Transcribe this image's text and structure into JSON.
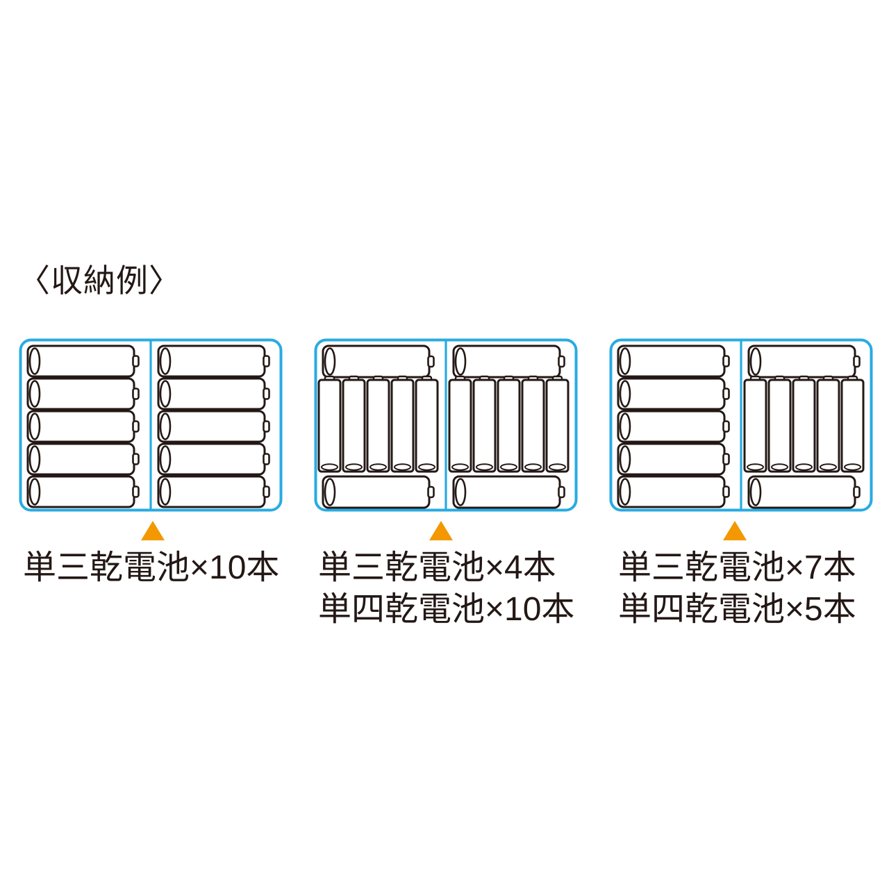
{
  "title": "〈収納例〉",
  "colors": {
    "case_blue": "#29ABE2",
    "pointer_orange": "#F39800",
    "ink": "#231815",
    "battery_fill": "#FFFFFF",
    "background": "#FFFFFF"
  },
  "panels": [
    {
      "id": "example-1",
      "halves": [
        "aa5",
        "aa5"
      ],
      "battery_counts": {
        "aa": 10,
        "aaa": 0
      },
      "label_lines": [
        "単三乾電池×10本"
      ]
    },
    {
      "id": "example-2",
      "halves": [
        "aa1-aaa5-aa1",
        "aa1-aaa5-aa1"
      ],
      "battery_counts": {
        "aa": 4,
        "aaa": 10
      },
      "label_lines": [
        "単三乾電池×4本",
        "単四乾電池×10本"
      ]
    },
    {
      "id": "example-3",
      "halves": [
        "aa5",
        "aa1-aaa5-aa1"
      ],
      "battery_counts": {
        "aa": 7,
        "aaa": 5
      },
      "label_lines": [
        "単三乾電池×7本",
        "単四乾電池×5本"
      ]
    }
  ]
}
